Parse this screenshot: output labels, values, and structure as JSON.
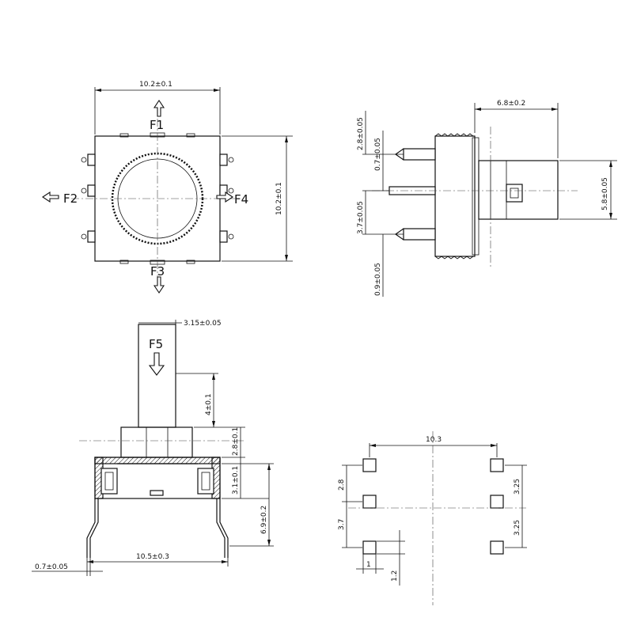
{
  "front_view": {
    "width_dim": "10.2±0.1",
    "height_dim": "10.2±0.1",
    "force_up": "F1",
    "force_left": "F2",
    "force_down": "F3",
    "force_right": "F4"
  },
  "side_view": {
    "top_dim": "6.8±0.2",
    "dim_a": "2.8±0.05",
    "dim_b": "0.7±0.05",
    "dim_c": "3.7±0.05",
    "dim_d": "0.9±0.05",
    "dim_right": "5.8±0.05"
  },
  "elevation_view": {
    "force_press": "F5",
    "shaft_width": "3.15±0.05",
    "shaft_height": "4±0.1",
    "cap_height": "2.8±0.1",
    "body_height": "3.1±0.1",
    "total_height": "6.9±0.2",
    "base_width": "10.5±0.3",
    "pin_width": "0.7±0.05"
  },
  "pcb_layout": {
    "span": "10.3",
    "pitch_top": "2.8",
    "pitch_mid": "3.7",
    "pitch_right_top": "3.25",
    "pitch_right_bottom": "3.25",
    "pad_width": "1",
    "pad_height": "1.2"
  }
}
